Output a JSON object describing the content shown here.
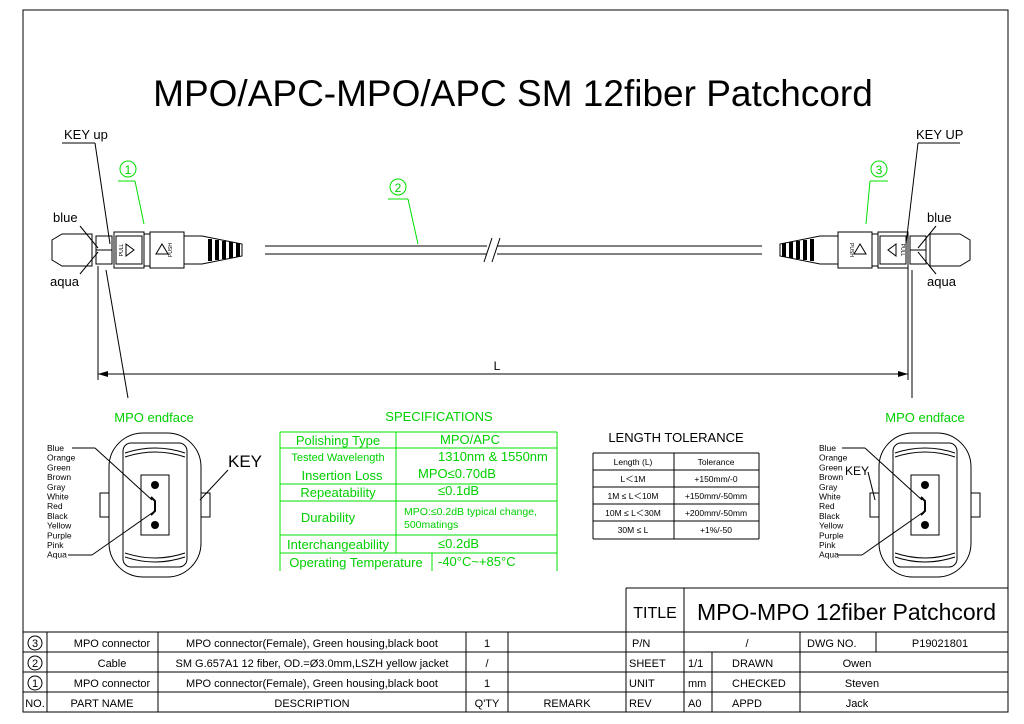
{
  "title": "MPO/APC-MPO/APC SM 12fiber Patchcord",
  "colors": {
    "green": "#00d000",
    "line": "#000000"
  },
  "callouts": {
    "left_key": "KEY up",
    "right_key": "KEY UP",
    "blue": "blue",
    "aqua": "aqua",
    "item1": "1",
    "item2": "2",
    "item3": "3",
    "length": "L"
  },
  "connector_labels": {
    "pull": "PULL",
    "push": "PUSH"
  },
  "endface": {
    "title": "MPO endface",
    "key": "KEY",
    "fibers": [
      "Blue",
      "Orange",
      "Green",
      "Brown",
      "Gray",
      "White",
      "Red",
      "Black",
      "Yellow",
      "Purple",
      "Pink",
      "Aqua"
    ]
  },
  "specifications": {
    "title": "SPECIFICATIONS",
    "rows": [
      {
        "label": "Polishing Type",
        "value": "MPO/APC"
      },
      {
        "label": "Tested Wavelength",
        "value": "1310nm & 1550nm"
      },
      {
        "label": "Insertion Loss",
        "value": "MPO≤0.70dB"
      },
      {
        "label": "Repeatability",
        "value": "≤0.1dB"
      },
      {
        "label": "Durability",
        "value": "MPO:≤0.2dB typical change,",
        "value2": "500matings"
      },
      {
        "label": "Interchangeability",
        "value": "≤0.2dB"
      },
      {
        "label": "Operating Temperature",
        "value": "-40°C~+85°C"
      }
    ]
  },
  "length_tolerance": {
    "title": "LENGTH TOLERANCE",
    "headers": [
      "Length (L)",
      "Tolerance"
    ],
    "rows": [
      [
        "L＜1M",
        "+150mm/-0"
      ],
      [
        "1M ≤ L＜10M",
        "+150mm/-50mm"
      ],
      [
        "10M ≤ L＜30M",
        "+200mm/-50mm"
      ],
      [
        "30M ≤ L",
        "+1%/-50"
      ]
    ]
  },
  "bom": {
    "headers": [
      "NO.",
      "PART NAME",
      "DESCRIPTION",
      "Q'TY",
      "REMARK"
    ],
    "rows": [
      {
        "no": "3",
        "part": "MPO connector",
        "desc": "MPO connector(Female), Green housing,black boot",
        "qty": "1",
        "remark": ""
      },
      {
        "no": "2",
        "part": "Cable",
        "desc": "SM G.657A1  12 fiber, OD.=Ø3.0mm,LSZH yellow jacket",
        "qty": "/",
        "remark": ""
      },
      {
        "no": "1",
        "part": "MPO connector",
        "desc": "MPO connector(Female), Green housing,black boot",
        "qty": "1",
        "remark": ""
      }
    ]
  },
  "title_block": {
    "title_label": "TITLE",
    "title_value": "MPO-MPO 12fiber Patchcord",
    "pn_label": "P/N",
    "pn_value": "/",
    "dwg_label": "DWG NO.",
    "dwg_value": "P19021801",
    "sheet_label": "SHEET",
    "sheet_value": "1/1",
    "drawn_label": "DRAWN",
    "drawn_value": "Owen",
    "unit_label": "UNIT",
    "unit_value": "mm",
    "checked_label": "CHECKED",
    "checked_value": "Steven",
    "rev_label": "REV",
    "rev_value": "A0",
    "appd_label": "APPD",
    "appd_value": "Jack"
  }
}
